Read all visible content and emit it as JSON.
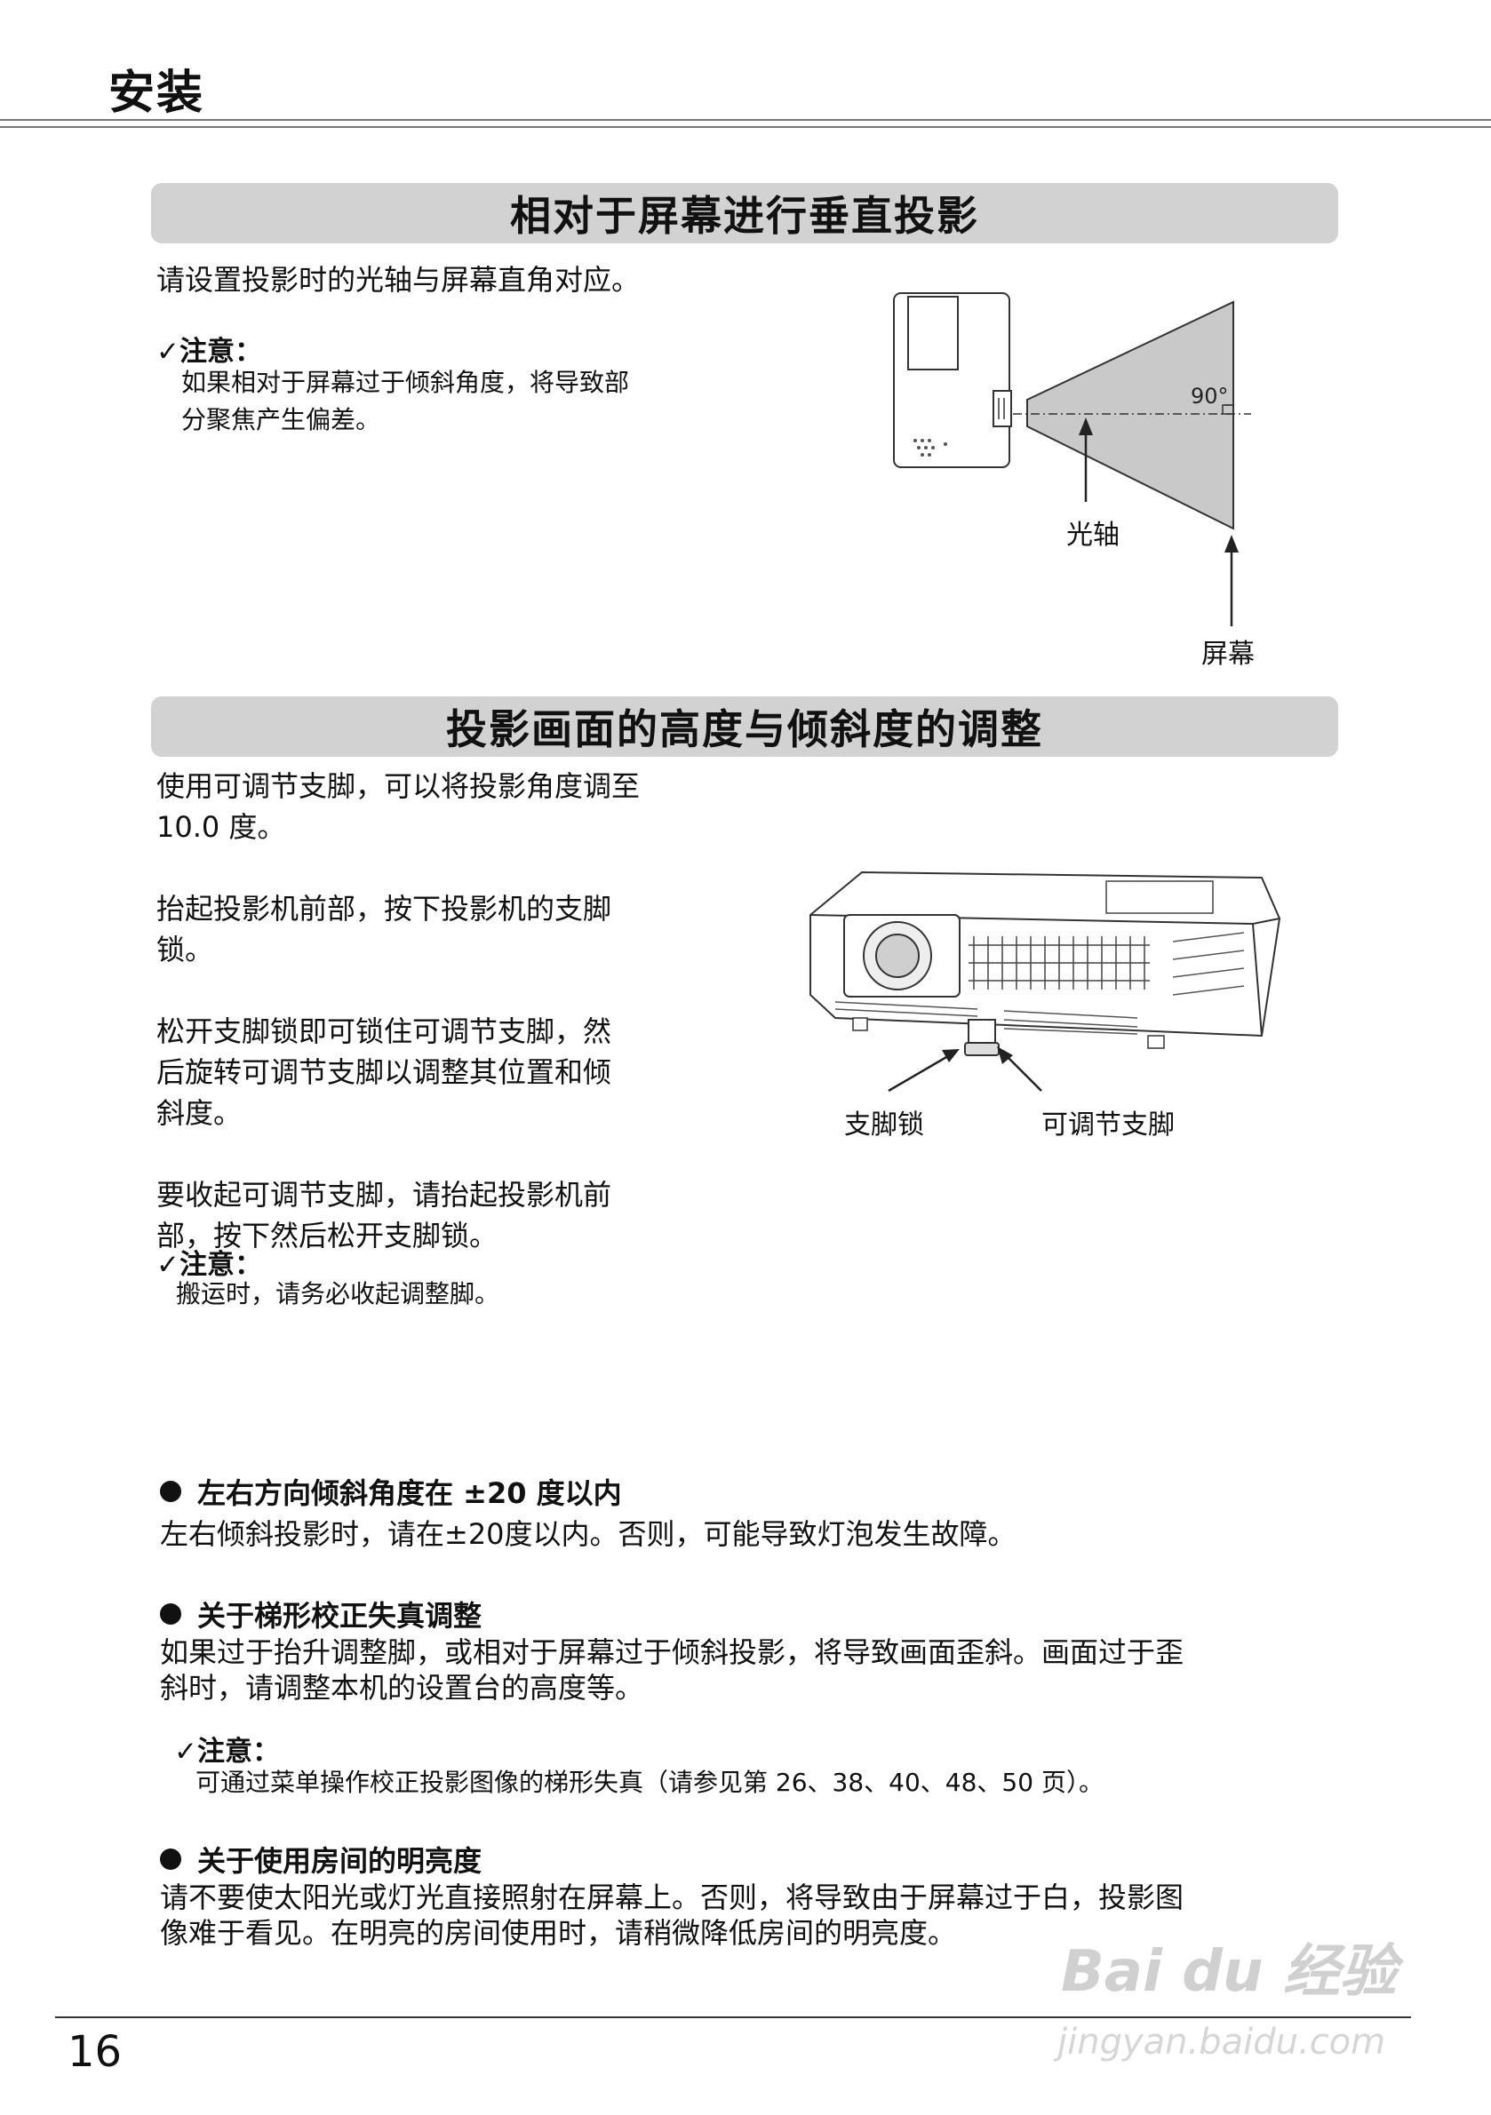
{
  "header": {
    "title": "安装"
  },
  "section1": {
    "title": "相对于屏幕进行垂直投影",
    "intro": "请设置投影时的光轴与屏幕直角对应。",
    "note_label": "✓注意：",
    "note_lines": [
      "如果相对于屏幕过于倾斜角度，将导致部",
      "分聚焦产生偏差。"
    ],
    "diagram": {
      "angle_label": "90°",
      "axis_label": "光轴",
      "screen_label": "屏幕"
    }
  },
  "section2": {
    "title": "投影画面的高度与倾斜度的调整",
    "paragraphs": [
      [
        "使用可调节支脚，可以将投影角度调至",
        "10.0 度。"
      ],
      [
        "抬起投影机前部，按下投影机的支脚",
        "锁。"
      ],
      [
        "松开支脚锁即可锁住可调节支脚，然",
        "后旋转可调节支脚以调整其位置和倾",
        "斜度。"
      ],
      [
        "要收起可调节支脚，请抬起投影机前",
        "部，按下然后松开支脚锁。"
      ]
    ],
    "note_label": "✓注意：",
    "note_text": "搬运时，请务必收起调整脚。",
    "figure": {
      "lock_label": "支脚锁",
      "foot_label": "可调节支脚"
    }
  },
  "bullets": [
    {
      "title": "左右方向倾斜角度在 ±20 度以内",
      "lines": [
        "左右倾斜投影时，请在±20度以内。否则，可能导致灯泡发生故障。"
      ]
    },
    {
      "title": "关于梯形校正失真调整",
      "lines": [
        "如果过于抬升调整脚，或相对于屏幕过于倾斜投影，将导致画面歪斜。画面过于歪",
        "斜时，请调整本机的设置台的高度等。"
      ],
      "note_label": "✓注意：",
      "note_text": "可通过菜单操作校正投影图像的梯形失真（请参见第 26、38、40、48、50 页）。"
    },
    {
      "title": "关于使用房间的明亮度",
      "lines": [
        "请不要使太阳光或灯光直接照射在屏幕上。否则，将导致由于屏幕过于白，投影图",
        "像难于看见。在明亮的房间使用时，请稍微降低房间的明亮度。"
      ]
    }
  ],
  "footer": {
    "page_number": "16",
    "watermark_brand": "Bai du 经验",
    "watermark_url": "jingyan.baidu.com"
  }
}
